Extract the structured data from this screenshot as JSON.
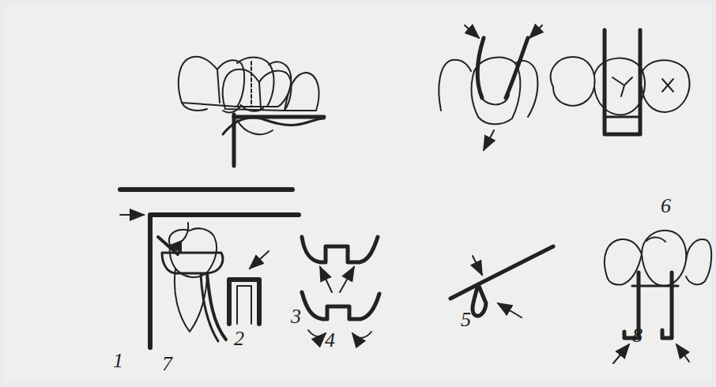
{
  "diagram": {
    "labels": [
      "1",
      "2",
      "3",
      "4",
      "5",
      "6",
      "7",
      "8"
    ]
  }
}
